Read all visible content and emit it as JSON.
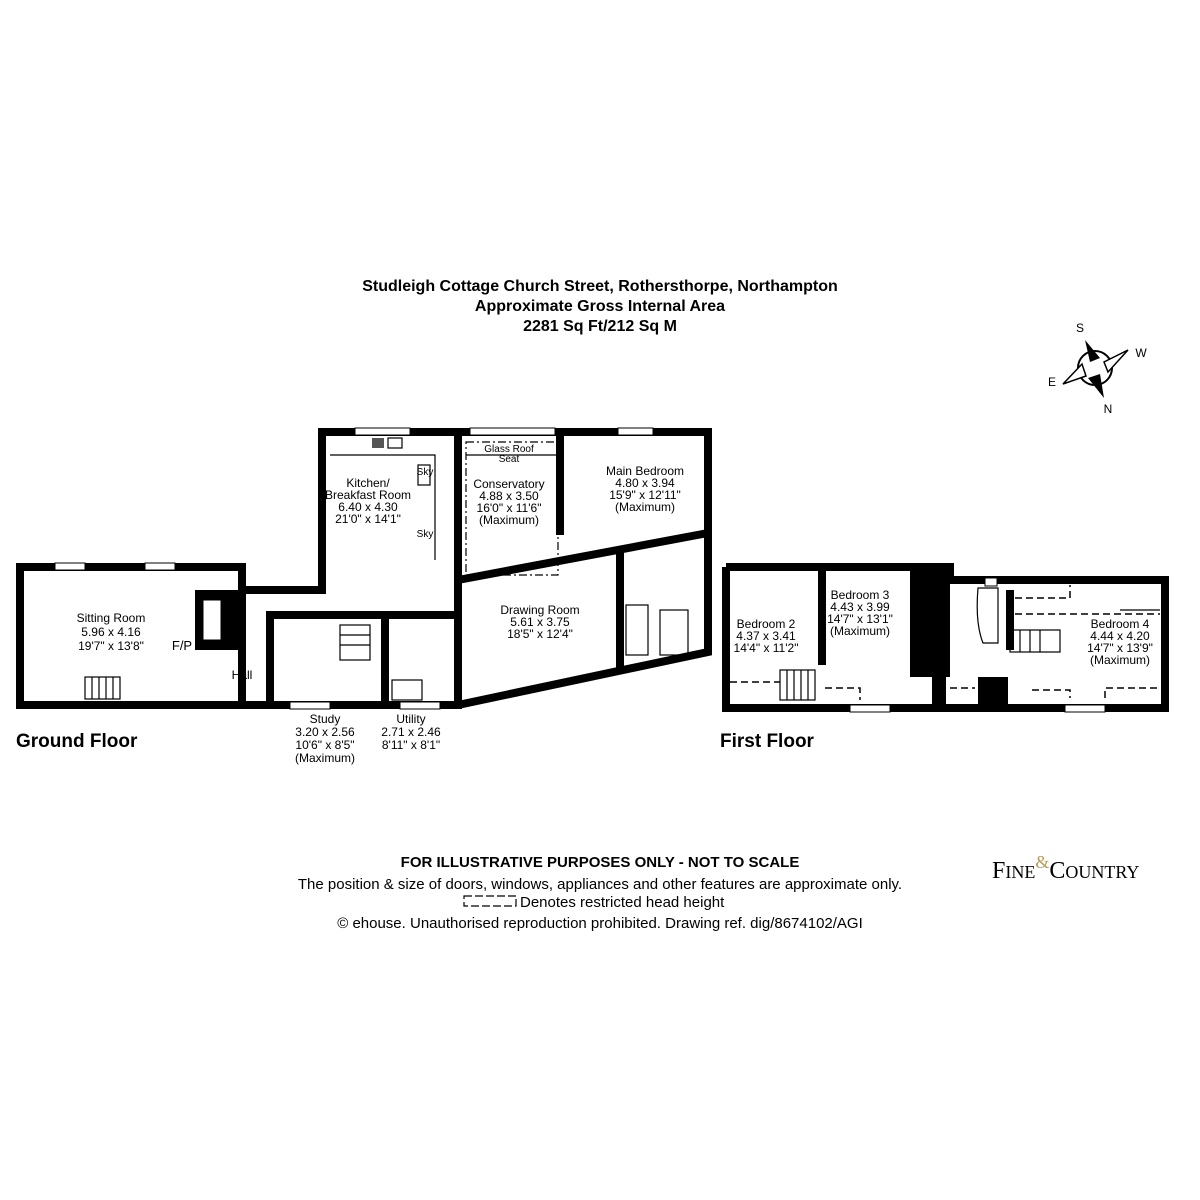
{
  "header": {
    "address": "Studleigh Cottage Church Street, Rothersthorpe, Northampton",
    "area_title": "Approximate Gross Internal Area",
    "area_value": "2281 Sq Ft/212 Sq M"
  },
  "compass": {
    "s": "S",
    "w": "W",
    "e": "E",
    "n": "N"
  },
  "ground_floor": {
    "label": "Ground Floor",
    "rooms": {
      "sitting": {
        "name": "Sitting Room",
        "metric": "5.96 x 4.16",
        "imperial": "19'7\" x 13'8\""
      },
      "fp": "F/P",
      "hall": "Hall",
      "kitchen": {
        "name1": "Kitchen/",
        "name2": "Breakfast Room",
        "metric": "6.40 x 4.30",
        "imperial": "21'0\" x 14'1\""
      },
      "sky": "Sky",
      "glass_roof": "Glass Roof",
      "seat": "Seat",
      "conservatory": {
        "name": "Conservatory",
        "metric": "4.88 x 3.50",
        "imperial": "16'0\" x 11'6\"",
        "note": "(Maximum)"
      },
      "main_bedroom": {
        "name": "Main Bedroom",
        "metric": "4.80 x 3.94",
        "imperial": "15'9\" x 12'11\"",
        "note": "(Maximum)"
      },
      "drawing": {
        "name": "Drawing Room",
        "metric": "5.61 x 3.75",
        "imperial": "18'5\" x 12'4\""
      },
      "study": {
        "name": "Study",
        "metric": "3.20 x 2.56",
        "imperial": "10'6\" x 8'5\"",
        "note": "(Maximum)"
      },
      "utility": {
        "name": "Utility",
        "metric": "2.71 x 2.46",
        "imperial": "8'11\" x 8'1\""
      }
    }
  },
  "first_floor": {
    "label": "First Floor",
    "rooms": {
      "bed2": {
        "name": "Bedroom 2",
        "metric": "4.37 x 3.41",
        "imperial": "14'4\" x 11'2\""
      },
      "bed3": {
        "name": "Bedroom 3",
        "metric": "4.43 x 3.99",
        "imperial": "14'7\" x 13'1\"",
        "note": "(Maximum)"
      },
      "bed4": {
        "name": "Bedroom 4",
        "metric": "4.44 x 4.20",
        "imperial": "14'7\" x 13'9\"",
        "note": "(Maximum)"
      }
    }
  },
  "footer": {
    "disclaimer": "FOR ILLUSTRATIVE PURPOSES ONLY - NOT TO SCALE",
    "note": "The position & size of doors, windows, appliances and other features are approximate only.",
    "legend": "Denotes restricted head height",
    "copyright": "© ehouse. Unauthorised reproduction prohibited. Drawing ref. dig/8674102/AGI"
  },
  "logo": {
    "text": "FINE & COUNTRY",
    "accent": "#b89b5e"
  }
}
